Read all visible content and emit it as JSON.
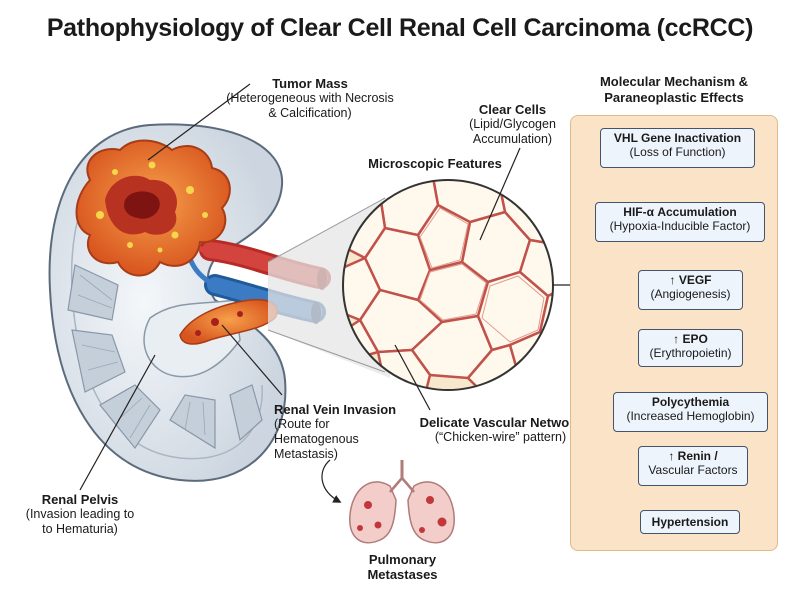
{
  "title": "Pathophysiology of Clear Cell Renal Cell Carcinoma (ccRCC)",
  "labels": {
    "tumor_mass": {
      "title": "Tumor Mass",
      "desc": "(Heterogeneous with Necrosis & Calcification)"
    },
    "clear_cells": {
      "title": "Clear Cells",
      "desc": "(Lipid/Glycogen Accumulation)"
    },
    "microscopic": {
      "title": "Microscopic Features"
    },
    "renal_vein": {
      "title": "Renal Vein Invasion",
      "desc": "(Route for Hematogenous Metastasis)"
    },
    "vascular_network": {
      "title": "Delicate Vascular Network",
      "desc": "(“Chicken-wire” pattern)"
    },
    "renal_pelvis": {
      "title": "Renal Pelvis",
      "desc": "(Invasion leading to to Hematuria)"
    },
    "pulmonary": {
      "title": "Pulmonary Metastases"
    }
  },
  "mechanism": {
    "title": "Molecular Mechanism & Paraneoplastic Effects",
    "boxes": [
      {
        "title": "VHL Gene Inactivation",
        "sub": "(Loss of Function)"
      },
      {
        "title": "HIF-α Accumulation",
        "sub": "(Hypoxia-Inducible Factor)"
      },
      {
        "title": "↑ VEGF",
        "sub": "(Angiogenesis)"
      },
      {
        "title": "↑ EPO",
        "sub": "(Erythropoietin)"
      },
      {
        "title": "Polycythemia",
        "sub": "(Increased Hemoglobin)"
      },
      {
        "title": "↑ Renin /",
        "sub": "Vascular Factors"
      },
      {
        "title": "Hypertension",
        "sub": ""
      }
    ]
  },
  "colors": {
    "tumor": "#e8742a",
    "necrosis": "#a8201c",
    "artery": "#c9302c",
    "vein": "#2f6fb5",
    "panel": "#fbe3c7",
    "kidney": "#cfd8e3"
  }
}
